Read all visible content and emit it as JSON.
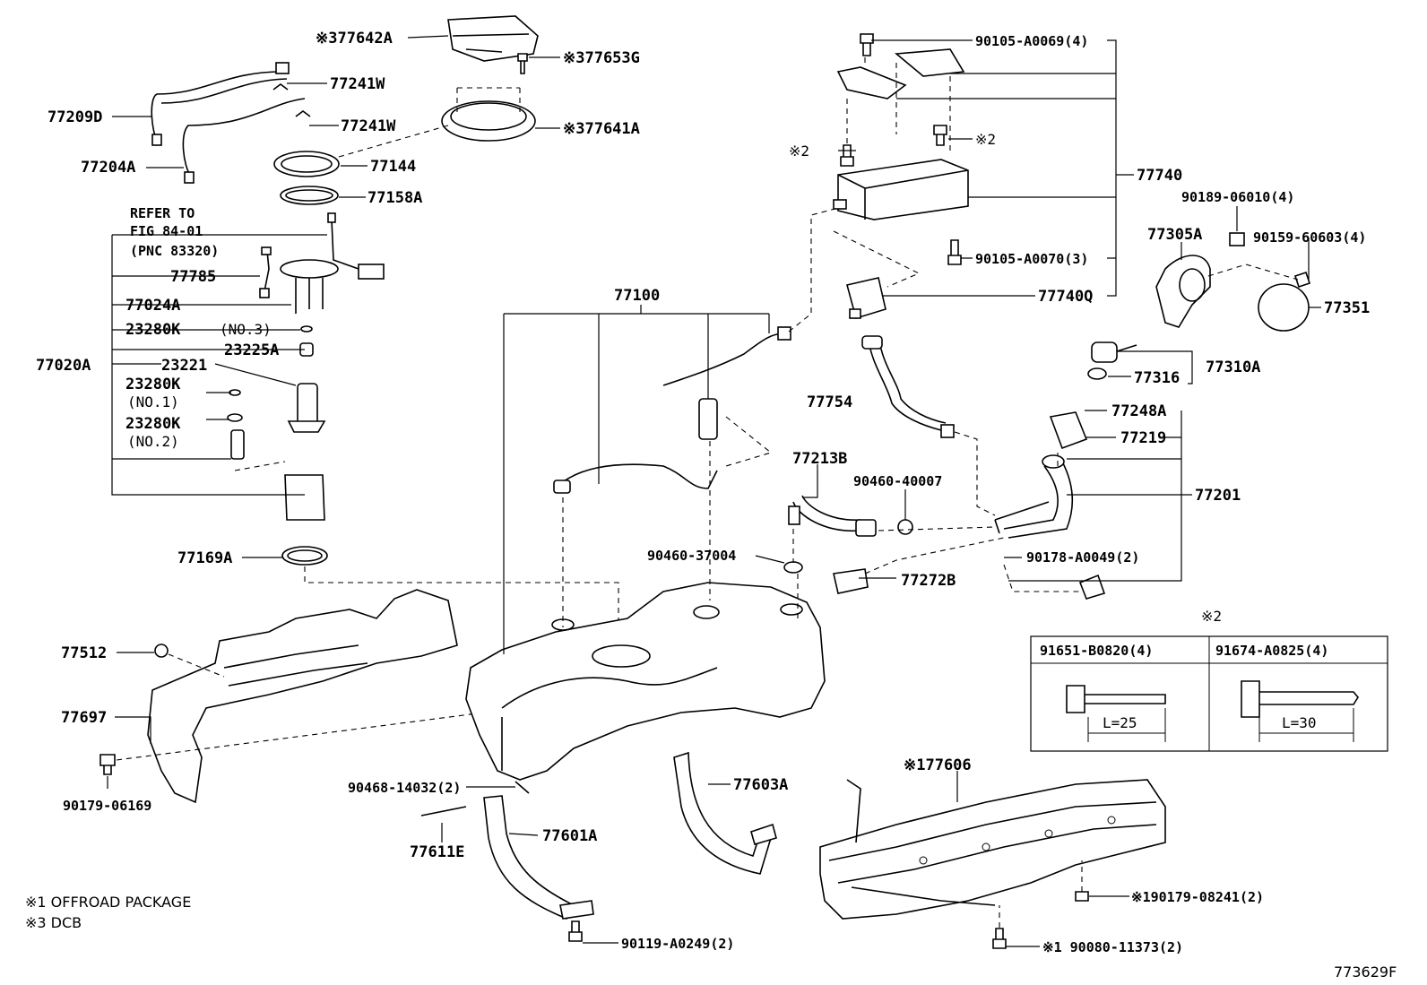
{
  "diagram_id": "773629F",
  "footnotes": [
    "※1 OFFROAD PACKAGE",
    "※3 DCB"
  ],
  "refer_to": [
    "REFER TO",
    "FIG 84-01",
    "(PNC 83320)"
  ],
  "labels": {
    "p77642A": "※377642A",
    "p77653G": "※377653G",
    "p77641A": "※377641A",
    "p77241W_a": "77241W",
    "p77241W_b": "77241W",
    "p77209D": "77209D",
    "p77204A": "77204A",
    "p77144": "77144",
    "p77158A": "77158A",
    "p77785": "77785",
    "p77024A": "77024A",
    "p23280K_3": "23280K",
    "p23280K_3_sub": "(NO.3)",
    "p23225A": "23225A",
    "p77020A": "77020A",
    "p23221": "23221",
    "p23280K_1": "23280K",
    "p23280K_1_sub": "(NO.1)",
    "p23280K_2": "23280K",
    "p23280K_2_sub": "(NO.2)",
    "p77169A": "77169A",
    "p77512": "77512",
    "p77697": "77697",
    "p90179_06169": "90179-06169",
    "p77100": "77100",
    "p90105_A0069": "90105-A0069(4)",
    "p2_a": "※2",
    "p2_b": "※2",
    "p77740": "77740",
    "p90105_A0070": "90105-A0070(3)",
    "p77740Q": "77740Q",
    "p90189_06010": "90189-06010(4)",
    "p77305A": "77305A",
    "p90159_60603": "90159-60603(4)",
    "p77351": "77351",
    "p77754": "77754",
    "p77316": "77316",
    "p77310A": "77310A",
    "p77248A": "77248A",
    "p77219": "77219",
    "p77201": "77201",
    "p77213B": "77213B",
    "p90460_40007": "90460-40007",
    "p90460_37004": "90460-37004",
    "p77272B": "77272B",
    "p90178_A0049": "90178-A0049(2)",
    "p90468_14032": "90468-14032(2)",
    "p77603A": "77603A",
    "p77611E": "77611E",
    "p77601A": "77601A",
    "p90119_A0249": "90119-A0249(2)",
    "p77606": "※177606",
    "p90179_08241": "※190179-08241(2)",
    "p90080_11373": "※1 90080-11373(2)"
  },
  "bolt_table": {
    "marker": "※2",
    "col1_header": "91651-B0820(4)",
    "col2_header": "91674-A0825(4)",
    "col1_length": "L=25",
    "col2_length": "L=30"
  }
}
